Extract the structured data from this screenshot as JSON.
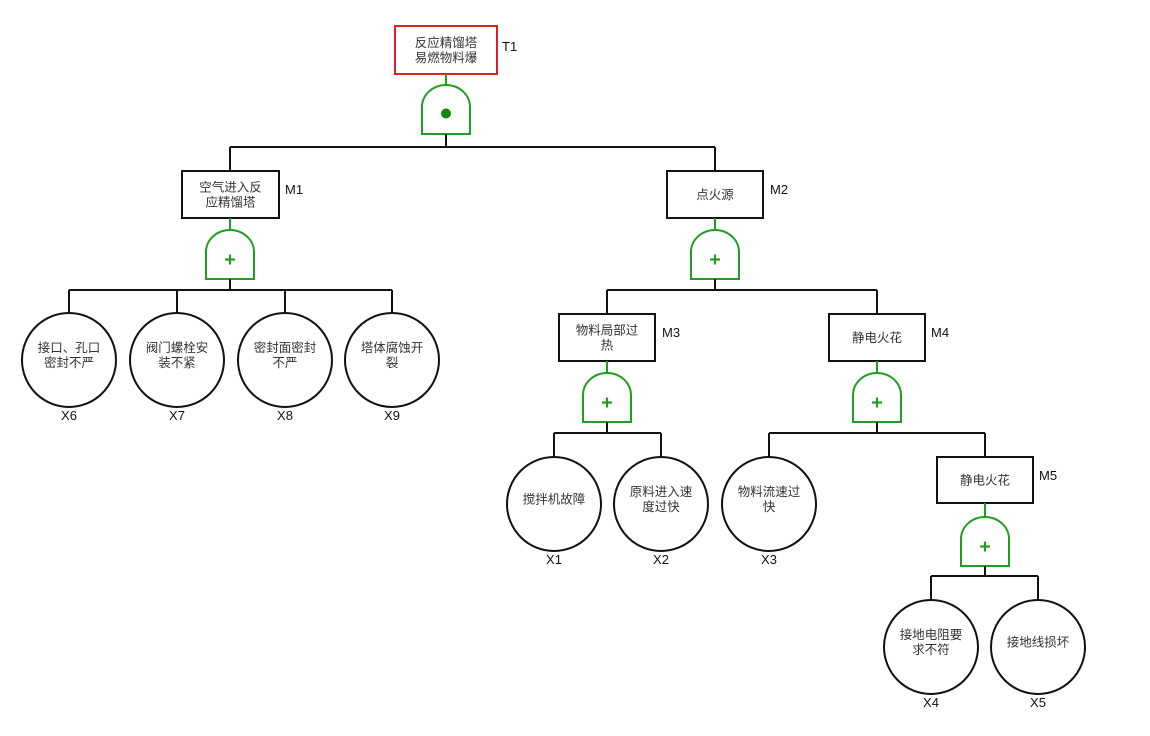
{
  "diagram": {
    "type": "fault-tree",
    "colors": {
      "gate": "#1f9e1f",
      "top_event_border": "#e02020",
      "line": "#111111"
    },
    "top_event": {
      "id": "T1",
      "lines": [
        "反应精馏塔",
        "易燃物料爆"
      ],
      "gate": "and"
    },
    "intermediate_events": [
      {
        "id": "M1",
        "lines": [
          "空气进入反",
          "应精馏塔"
        ],
        "gate": "or",
        "parent": "T1"
      },
      {
        "id": "M2",
        "lines": [
          "点火源"
        ],
        "gate": "or",
        "parent": "T1"
      },
      {
        "id": "M3",
        "lines": [
          "物料局部过",
          "热"
        ],
        "gate": "or",
        "parent": "M2"
      },
      {
        "id": "M4",
        "lines": [
          "静电火花"
        ],
        "gate": "or",
        "parent": "M2"
      },
      {
        "id": "M5",
        "lines": [
          "静电火花"
        ],
        "gate": "or",
        "parent": "M4"
      }
    ],
    "basic_events": [
      {
        "id": "X6",
        "lines": [
          "接口、孔口",
          "密封不严"
        ],
        "parent": "M1"
      },
      {
        "id": "X7",
        "lines": [
          "阀门螺栓安",
          "装不紧"
        ],
        "parent": "M1"
      },
      {
        "id": "X8",
        "lines": [
          "密封面密封",
          "不严"
        ],
        "parent": "M1"
      },
      {
        "id": "X9",
        "lines": [
          "塔体腐蚀开",
          "裂"
        ],
        "parent": "M1"
      },
      {
        "id": "X1",
        "lines": [
          "搅拌机故障"
        ],
        "parent": "M3"
      },
      {
        "id": "X2",
        "lines": [
          "原料进入速",
          "度过快"
        ],
        "parent": "M3"
      },
      {
        "id": "X3",
        "lines": [
          "物料流速过",
          "快"
        ],
        "parent": "M4"
      },
      {
        "id": "X4",
        "lines": [
          "接地电阻要",
          "求不符"
        ],
        "parent": "M5"
      },
      {
        "id": "X5",
        "lines": [
          "接地线损坏"
        ],
        "parent": "M5"
      }
    ]
  }
}
